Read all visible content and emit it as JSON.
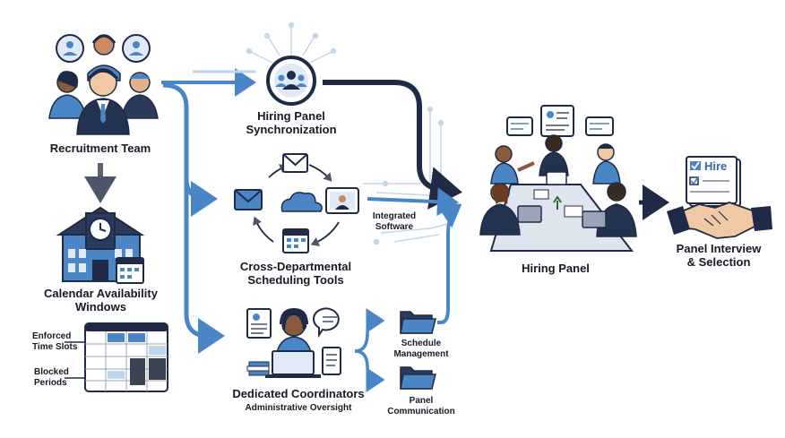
{
  "nodes": {
    "recruitment_team": "Recruitment Team",
    "calendar_line1": "Calendar Availability",
    "calendar_line2": "Windows",
    "enforced_line1": "Enforced",
    "enforced_line2": "Time Slots",
    "blocked_line1": "Blocked",
    "blocked_line2": "Periods",
    "hiring_sync_line1": "Hiring Panel",
    "hiring_sync_line2": "Synchronization",
    "cross_dept_line1": "Cross-Departmental",
    "cross_dept_line2": "Scheduling Tools",
    "integrated_line1": "Integrated",
    "integrated_line2": "Software",
    "coordinators_title": "Dedicated Coordinators",
    "coordinators_sub": "Administrative Oversight",
    "schedule_line1": "Schedule",
    "schedule_line2": "Management",
    "panel_comm_line1": "Panel",
    "panel_comm_line2": "Communication",
    "hiring_panel": "Hiring Panel",
    "interview_line1": "Panel Interview",
    "interview_line2": "& Selection",
    "hire_badge": "Hire"
  },
  "colors": {
    "navy": "#1f2b46",
    "blue": "#4a86c6",
    "light_blue": "#bcd6ef",
    "gray": "#5b6472"
  }
}
